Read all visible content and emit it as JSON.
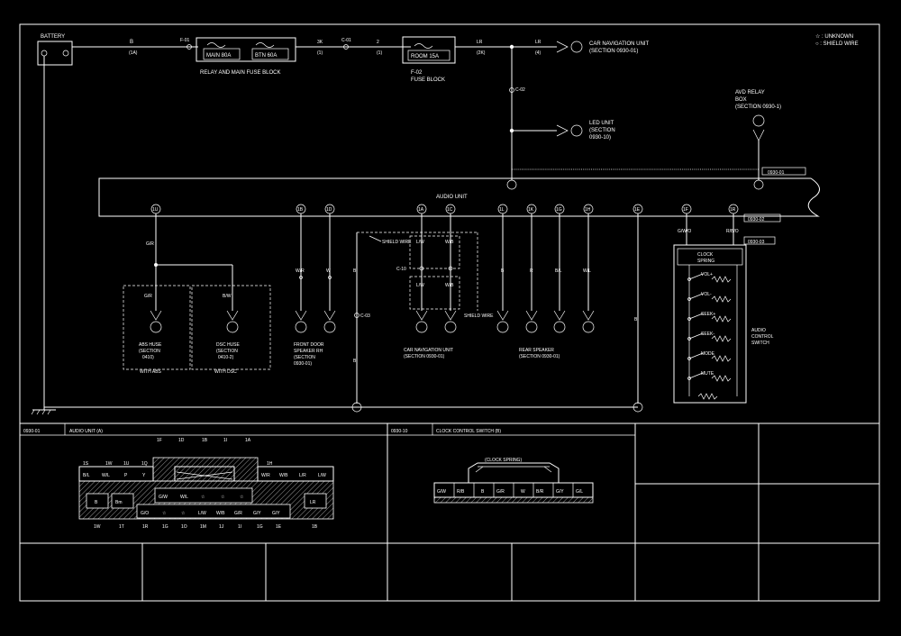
{
  "header_notes": [
    "☆ : UNKNOWN",
    "○ : SHIELD WIRE"
  ],
  "battery": "BATTERY",
  "relay_block": {
    "connector": "F-01",
    "fuses": [
      "MAIN 80A",
      "BTN 60A"
    ],
    "label": "RELAY AND MAIN FUSE BLOCK"
  },
  "fuse_block": {
    "fuse": "ROOM 15A",
    "label_line1": "F-02",
    "label_line2": "FUSE BLOCK"
  },
  "main_wire": {
    "color": "B",
    "pins": [
      "(1A)",
      "3K",
      "(1)",
      "2",
      "(1)",
      "LR",
      "(2K)",
      "LR",
      "(4)"
    ]
  },
  "connectors": {
    "c01": "C-01",
    "c02": "C-02",
    "c03": "C-03",
    "c10": "C-10"
  },
  "car_nav_top": {
    "line1": "CAR NAVIGATION UNIT",
    "line2": "(SECTION 0930-01)"
  },
  "led_unit": {
    "line1": "LED UNIT",
    "line2": "(SECTION",
    "line3": "0930-10)"
  },
  "avd_relay": {
    "line1": "AVD RELAY",
    "line2": "BOX",
    "line3": "(SECTION 0930-1)"
  },
  "audio_unit_label": "AUDIO UNIT",
  "connector_tags": [
    "0930-01",
    "0930-02",
    "0930-03"
  ],
  "unit_pins": [
    "1U",
    "1B",
    "1D",
    "1A",
    "1C",
    "1L",
    "1K",
    "1G",
    "1H",
    "1E",
    "1F",
    "1R"
  ],
  "shield_wire": "SHIELD WIRE",
  "abs_group": {
    "wire": "G/R",
    "box_wire": "G/R",
    "label": [
      "ABS HUSE",
      "(SECTION",
      "0410)"
    ],
    "note": "WITH ABS"
  },
  "dsc_group": {
    "box_wire": "B/W",
    "label": [
      "DSC HUSE",
      "(SECTION",
      "0410-2)"
    ],
    "note": "WITH DSC"
  },
  "front_speaker": {
    "wires": [
      "W/R",
      "W"
    ],
    "label": [
      "FRONT DOOR",
      "SPEAKER RH",
      "(SECTION",
      "0930-01)"
    ]
  },
  "car_nav_bottom": {
    "wires": [
      "L/W",
      "W/B",
      "L/W",
      "W/B"
    ],
    "label": [
      "CAR NAVIGATION UNIT",
      "(SECTION 0930-01)"
    ]
  },
  "rear_speaker": {
    "wires": [
      "B",
      "R",
      "B/L",
      "W/L"
    ],
    "label": [
      "REAR SPEAKER",
      "(SECTION 0930-01)"
    ]
  },
  "clock_spring_wires": [
    "G/W/O",
    "R/B/O"
  ],
  "clock_spring_label": [
    "CLOCK",
    "SPRING"
  ],
  "switch_buttons": [
    "VOL+",
    "VOL-",
    "SEEK+",
    "SEEK-",
    "MODE",
    "MUTE"
  ],
  "audio_control_label": [
    "AUDIO",
    "CONTROL",
    "SWITCH"
  ],
  "vertical_wire_b": "B",
  "left_panel": {
    "code": "0930-01",
    "title": "AUDIO UNIT (A)",
    "top_pins": [
      "1S",
      "1W",
      "1U",
      "1Q"
    ],
    "top_pins_right": [
      "1F",
      "1D",
      "1B",
      "1I",
      "1A",
      "1H"
    ],
    "row1_left": [
      "B/L",
      "W/L",
      "P",
      "Y"
    ],
    "row1_right": [
      "W/R",
      "W/B",
      "L/R",
      "L/W"
    ],
    "row2": [
      "G/W",
      "W/L",
      "☆",
      "☆",
      "☆"
    ],
    "row3_left": [
      "B",
      "Bm"
    ],
    "row3": [
      "G/O",
      "☆",
      "☆",
      "L/W",
      "W/B",
      "G/R",
      "G/Y",
      "G/Y"
    ],
    "row3_right": [
      "LR"
    ],
    "bottom_pins": [
      "1W",
      "1T",
      "1R",
      "1G",
      "1O",
      "1M",
      "1J",
      "1I",
      "1G",
      "1E",
      "1B"
    ]
  },
  "right_panel": {
    "code": "0930-10",
    "title": "CLOCK CONTROL SWITCH (B)",
    "inner": "(CLOCK SPRING)",
    "cells": [
      "G/W",
      "R/B",
      "B",
      "G/R",
      "W",
      "B/R",
      "G/Y",
      "G/L"
    ]
  }
}
